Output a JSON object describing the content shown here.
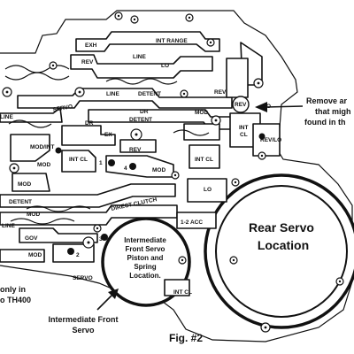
{
  "figure": {
    "caption": "Fig. #2",
    "rear_servo_title": [
      "Rear Servo",
      "Location"
    ],
    "intermediate_servo_note": [
      "Intermediate",
      "Front Servo",
      "Piston and",
      "Spring",
      "Location."
    ],
    "remove_note": [
      "Remove ar",
      "that migh",
      "found in th"
    ],
    "only_in_note": [
      "only in",
      "o TH400"
    ],
    "intermediate_front_servo_label": [
      "Intermediate Front",
      "Servo"
    ]
  },
  "passages": {
    "exh": "EXH",
    "int_range": "INT RANGE",
    "rev_top": "REV",
    "line_top": "LINE",
    "lo_top": "LO",
    "servo_left": "SERVO",
    "line_mid": "LINE",
    "detent_mid": "DETENT",
    "rev_mid": "REV",
    "line_left": "LINE",
    "dr_upper": "DR",
    "detent_upper": "DETENT",
    "mod_upper": "MOD",
    "rev_circle": "REV",
    "lo_right": "LO",
    "dr_left": "DR",
    "ex": "EX",
    "mod_int": "MOD/INT",
    "rev_center": "REV",
    "int_cl_right": [
      "INT",
      "CL"
    ],
    "rev_lo": "REV/LO",
    "mod_left1": "MOD",
    "int_cl_mid": "INT CL",
    "mod_center": "MOD",
    "int_cl_lower": "INT CL",
    "lo_lower": "LO",
    "mod_left2": "MOD",
    "detent_lower": "DETENT",
    "mod_left3": "MOD",
    "direct_clutch": "DIRECT CLUTCH",
    "line_lower": "LINE",
    "one_two_acc": "1-2 ACC",
    "gov": "GOV",
    "mod_bottom": "MOD",
    "servo_bottom": "SERVO",
    "int_cl_bottom": "INT CL",
    "ball_1": "1",
    "ball_2": "2",
    "ball_3": "3",
    "ball_4": "4"
  }
}
